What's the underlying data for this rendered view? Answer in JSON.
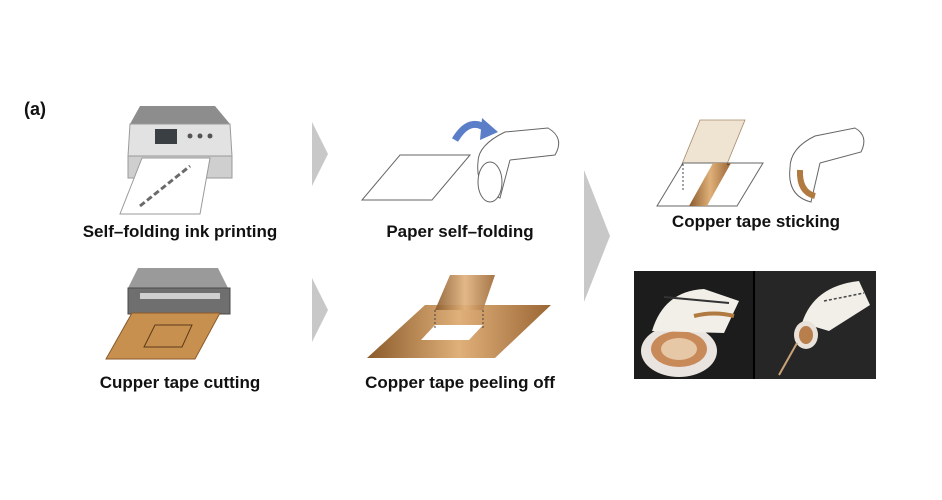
{
  "panel_label": "(a)",
  "steps": {
    "printing": {
      "label": "Self–folding ink printing"
    },
    "self_folding": {
      "label": "Paper self–folding"
    },
    "cutting": {
      "label": "Cupper tape cutting"
    },
    "peeling": {
      "label": "Copper tape peeling off"
    },
    "sticking": {
      "label": "Copper tape sticking"
    }
  },
  "colors": {
    "arrow_gray": "#c8c8c8",
    "copper": "#c8904f",
    "copper_dark": "#8a5a2b",
    "curl_arrow_blue": "#5a7fc8"
  },
  "icons": [
    "printer-icon",
    "cutting-plotter-icon",
    "curl-arrow-icon"
  ]
}
